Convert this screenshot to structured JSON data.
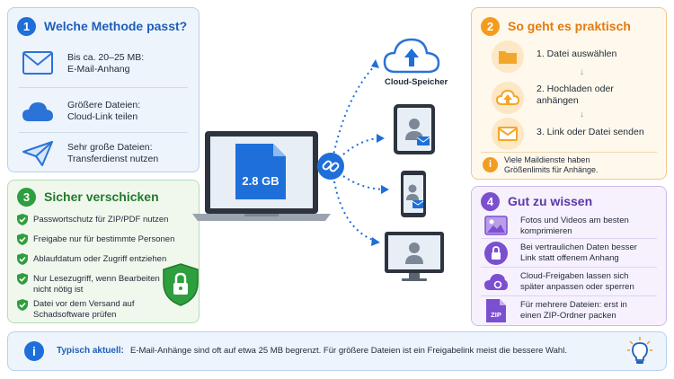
{
  "panel_methods": {
    "number": "1",
    "title": "Welche Methode passt?",
    "items": [
      {
        "line1": "Bis ca. 20–25 MB:",
        "line2": "E-Mail-Anhang",
        "icon": "envelope-icon"
      },
      {
        "line1": "Größere Dateien:",
        "line2": "Cloud-Link teilen",
        "icon": "cloud-icon"
      },
      {
        "line1": "Sehr große Dateien:",
        "line2": "Transferdienst nutzen",
        "icon": "paper-plane-icon"
      }
    ]
  },
  "panel_secure": {
    "number": "3",
    "title": "Sicher verschicken",
    "items": [
      {
        "text": "Passwortschutz für ZIP/PDF nutzen"
      },
      {
        "text": "Freigabe nur für bestimmte Personen"
      },
      {
        "text": "Ablaufdatum oder Zugriff entziehen"
      },
      {
        "line1": "Nur Lesezugriff, wenn Bearbeiten",
        "line2": "nicht nötig ist"
      },
      {
        "line1": "Datei vor dem Versand auf",
        "line2": "Schadsoftware prüfen"
      }
    ]
  },
  "panel_steps": {
    "number": "2",
    "title": "So geht es praktisch",
    "steps": [
      {
        "line1": "1. Datei auswählen",
        "line2": ""
      },
      {
        "line1": "2. Hochladen oder",
        "line2": "anhängen"
      },
      {
        "line1": "3. Link oder Datei senden",
        "line2": ""
      }
    ],
    "note_line1": "Viele Maildienste haben",
    "note_line2": "Größenlimits für Anhänge."
  },
  "panel_tips": {
    "number": "4",
    "title": "Gut zu wissen",
    "items": [
      {
        "line1": "Fotos und Videos am besten",
        "line2": "komprimieren"
      },
      {
        "line1": "Bei vertraulichen Daten besser",
        "line2": "Link statt offenem Anhang"
      },
      {
        "line1": "Cloud-Freigaben lassen sich",
        "line2": "später anpassen oder sperren"
      },
      {
        "line1": "Für mehrere Dateien: erst in",
        "line2": "einen ZIP-Ordner packen"
      }
    ],
    "zip_label": "ZIP"
  },
  "center": {
    "file_size": "2.8 GB",
    "cloud_label": "Cloud-Speicher"
  },
  "footer": {
    "label": "Typisch aktuell:",
    "text": "E-Mail-Anhänge sind oft auf etwa 25 MB begrenzt. Für größere Dateien ist ein Freigabelink meist die bessere Wahl."
  },
  "colors": {
    "blue": "#1e6fd9",
    "green": "#2e9e3e",
    "orange": "#f39c1f",
    "purple": "#7b4fd0"
  }
}
